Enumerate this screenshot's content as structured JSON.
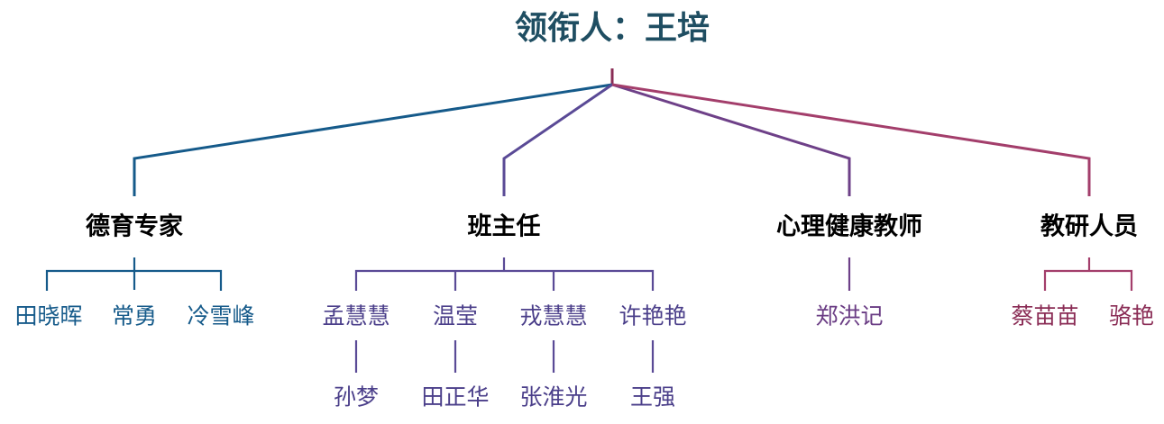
{
  "title": "领衔人：王培",
  "colors": {
    "blue": "#155a8a",
    "purple": "#5a4a96",
    "violet": "#6e4088",
    "rose": "#a33e6b"
  },
  "groups": [
    {
      "name": "德育专家",
      "members": [
        "田晓晖",
        "常勇",
        "冷雪峰"
      ]
    },
    {
      "name": "班主任",
      "members": [
        "孟慧慧",
        "温莹",
        "戎慧慧",
        "许艳艳"
      ],
      "sub_members": [
        "孙梦",
        "田正华",
        "张淮光",
        "王强"
      ]
    },
    {
      "name": "心理健康教师",
      "members": [
        "郑洪记"
      ]
    },
    {
      "name": "教研人员",
      "members": [
        "蔡苗苗",
        "骆艳"
      ]
    }
  ]
}
